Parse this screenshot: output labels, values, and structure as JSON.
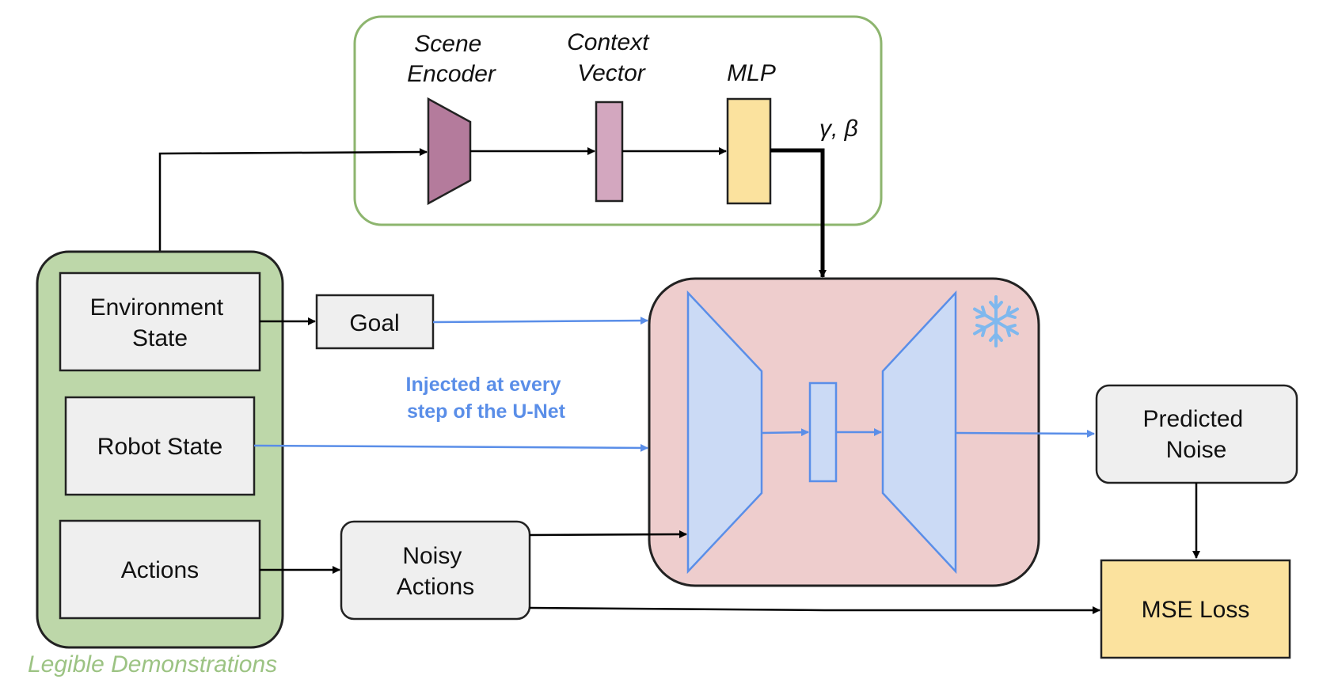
{
  "top_module": {
    "scene_encoder": [
      "Scene",
      "Encoder"
    ],
    "context_vector": [
      "Context",
      "Vector"
    ],
    "mlp": "MLP",
    "film_params": "γ, β"
  },
  "demonstrations": {
    "caption": "Legible Demonstrations",
    "environment_state": [
      "Environment",
      "State"
    ],
    "robot_state": "Robot State",
    "actions": "Actions"
  },
  "goal": "Goal",
  "noisy_actions": [
    "Noisy",
    "Actions"
  ],
  "injection_note": [
    "Injected at every",
    "step of the U-Net"
  ],
  "predicted_noise": [
    "Predicted",
    "Noise"
  ],
  "mse_loss": "MSE Loss",
  "unet": {
    "frozen_icon": "snowflake-icon"
  },
  "colors": {
    "green_border": "#8db56e",
    "green_fill": "#bdd7a9",
    "encoder_fill": "#b47b9c",
    "context_fill": "#d3a7bf",
    "mlp_fill": "#fbe29e",
    "unet_bg": "#eecdcd",
    "unet_block": "#cbdaf5",
    "blue": "#5a8ee8",
    "gray_box": "#efefef",
    "loss_fill": "#fbe29e"
  }
}
